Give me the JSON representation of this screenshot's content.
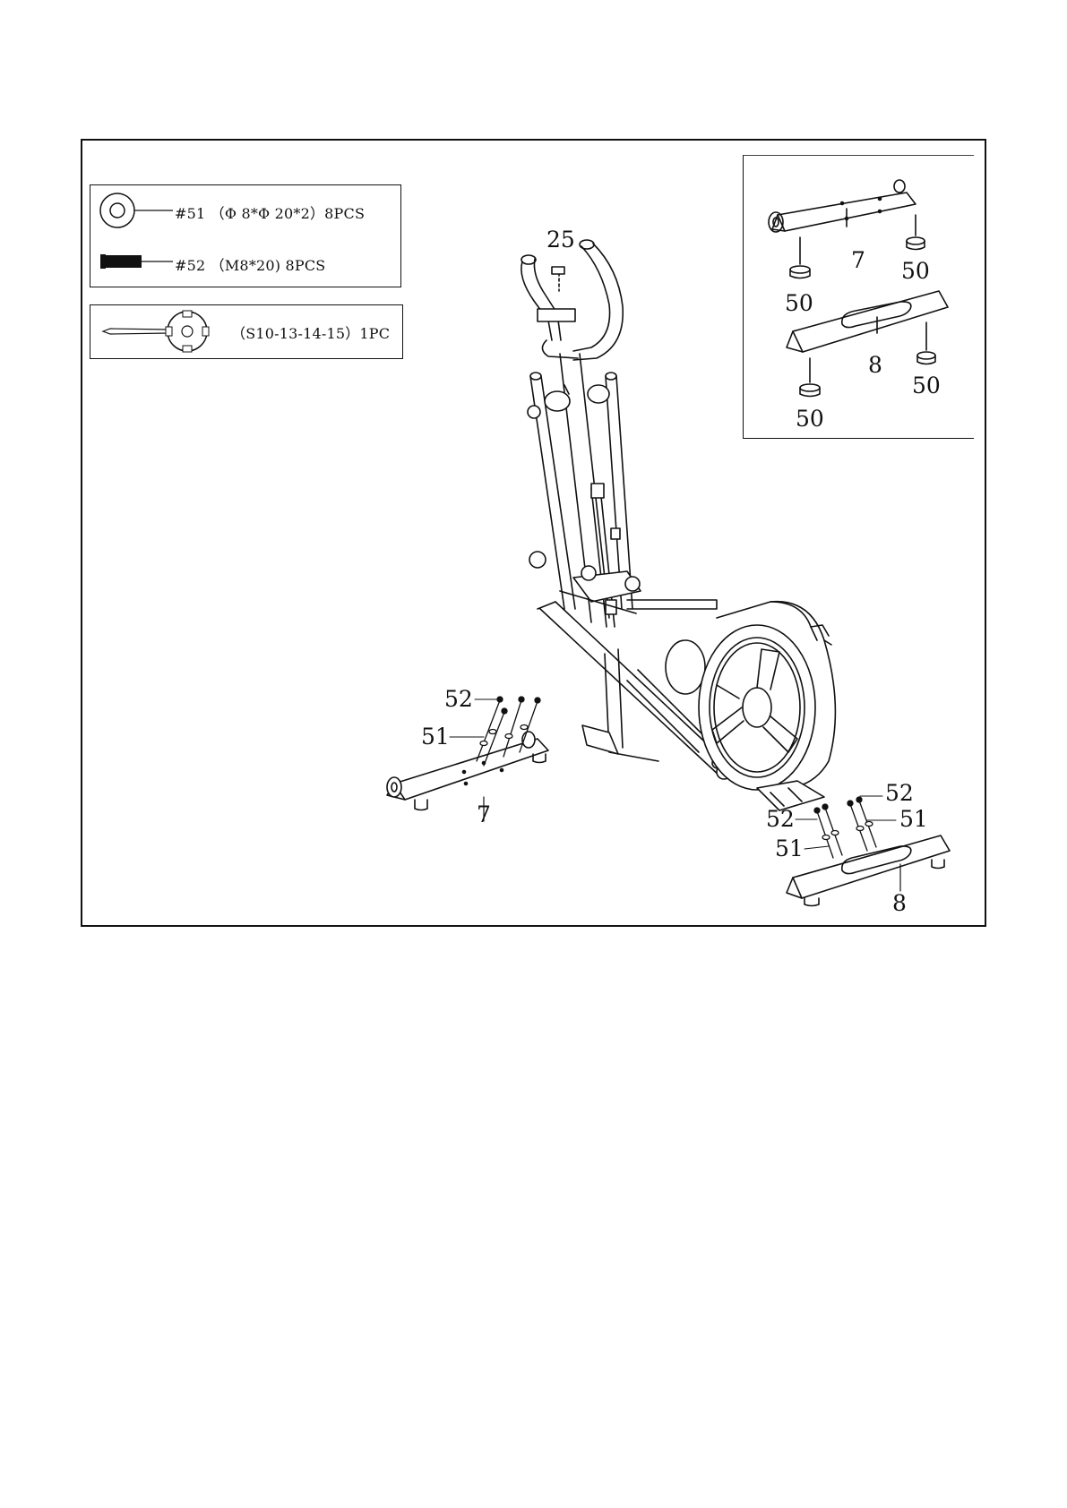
{
  "hardware": {
    "washer_label": "#51 （Φ 8*Φ 20*2）8PCS",
    "bolt_label": "#52 （M8*20) 8PCS",
    "tool_label": "（S10-13-14-15）1PC"
  },
  "callouts": {
    "handlebar": "25",
    "front_bolts": "52",
    "front_washers": "51",
    "front_stabilizer": "7",
    "rear_bolts_right": "52",
    "rear_bolts_left": "52",
    "rear_washers_right": "51",
    "rear_washers_left": "51",
    "rear_stabilizer": "8",
    "inset_front_stabilizer": "7",
    "inset_foot_1": "50",
    "inset_foot_2": "50",
    "inset_rear_stabilizer": "8",
    "inset_foot_3": "50",
    "inset_foot_4": "50"
  }
}
